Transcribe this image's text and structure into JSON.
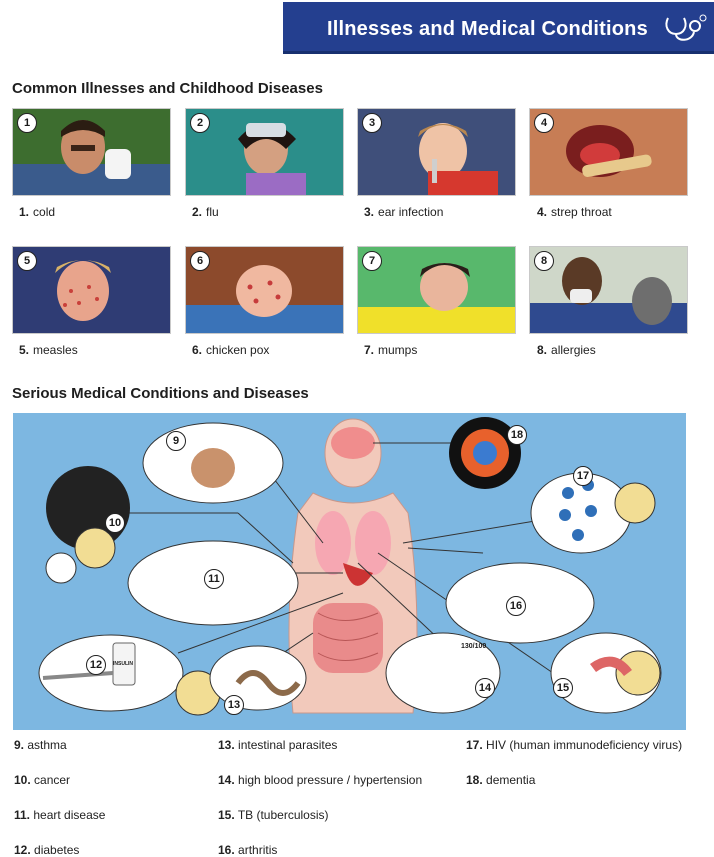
{
  "banner": {
    "title": "Illnesses and Medical Conditions",
    "color": "#243f8f"
  },
  "sections": {
    "common": "Common Illnesses and Childhood Diseases",
    "serious": "Serious Medical Conditions and Diseases"
  },
  "common_items": [
    {
      "num": "1",
      "label": "1.",
      "name": "cold"
    },
    {
      "num": "2",
      "label": "2.",
      "name": "flu"
    },
    {
      "num": "3",
      "label": "3.",
      "name": "ear infection"
    },
    {
      "num": "4",
      "label": "4.",
      "name": "strep throat"
    },
    {
      "num": "5",
      "label": "5.",
      "name": "measles"
    },
    {
      "num": "6",
      "label": "6.",
      "name": "chicken pox"
    },
    {
      "num": "7",
      "label": "7.",
      "name": "mumps"
    },
    {
      "num": "8",
      "label": "8.",
      "name": "allergies"
    }
  ],
  "diagram_numbers": [
    "9",
    "10",
    "11",
    "12",
    "13",
    "14",
    "15",
    "16",
    "17",
    "18"
  ],
  "bp_reading": "130/100",
  "insulin_label": "INSULIN",
  "serious_items": [
    {
      "label": "9.",
      "name": "asthma"
    },
    {
      "label": "10.",
      "name": "cancer"
    },
    {
      "label": "11.",
      "name": "heart disease"
    },
    {
      "label": "12.",
      "name": "diabetes"
    },
    {
      "label": "13.",
      "name": "intestinal parasites"
    },
    {
      "label": "14.",
      "name": "high blood pressure / hypertension"
    },
    {
      "label": "15.",
      "name": "TB (tuberculosis)"
    },
    {
      "label": "16.",
      "name": "arthritis"
    },
    {
      "label": "17.",
      "name": "HIV (human immunodeficiency virus)"
    },
    {
      "label": "18.",
      "name": "dementia"
    }
  ],
  "colors": {
    "panel": "#7db7e1",
    "skin": "#e9b39c",
    "microscope_bg": "#f2dd94"
  }
}
